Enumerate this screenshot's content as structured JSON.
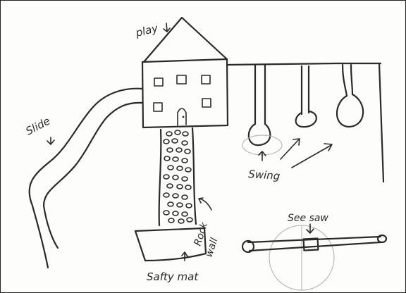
{
  "labels": {
    "play": "play",
    "slide": "Slide",
    "swing": "Swing",
    "see_saw": "See saw",
    "rock_wall": "Rock wall",
    "rock": "Rock",
    "wall": "wall",
    "safety_mat": "Safty mat"
  },
  "icons": {
    "arrow": "hand-drawn-arrow"
  }
}
